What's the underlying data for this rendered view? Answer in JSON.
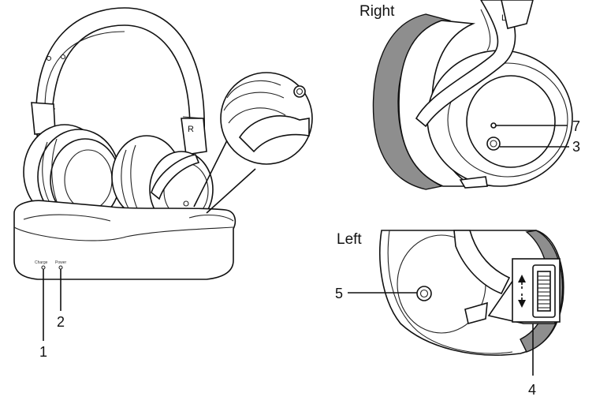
{
  "headings": {
    "right": "Right",
    "left": "Left"
  },
  "callouts": {
    "c1": "1",
    "c2": "2",
    "c3": "3",
    "c4": "4",
    "c5": "5",
    "c7": "7"
  },
  "base_labels": {
    "left_led": "Charge",
    "right_led": "Power"
  },
  "earcup_marks": {
    "base_right": "R",
    "right_view": "L"
  }
}
